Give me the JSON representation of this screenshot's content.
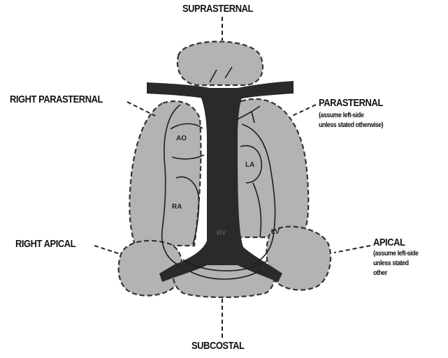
{
  "labels": {
    "suprasternal": "SUPRASTERNAL",
    "right_parasternal": "RIGHT PARASTERNAL",
    "parasternal": "PARASTERNAL",
    "parasternal_note_1": "(assume left-side",
    "parasternal_note_2": "unless stated otherwise)",
    "right_apical": "RIGHT APICAL",
    "apical": "APICAL",
    "apical_note_1": "(assume left-side",
    "apical_note_2": "unless stated",
    "apical_note_3": "other",
    "subcostal": "SUBCOSTAL"
  },
  "heart_labels": {
    "ao": "AO",
    "la": "LA",
    "ra": "RA",
    "lv": "LV",
    "rv": "RV"
  },
  "colors": {
    "window_fill": "#b3b3b3",
    "window_outline": "#333333",
    "bone": "#2a2a2a",
    "outline": "#1e1e1e"
  }
}
